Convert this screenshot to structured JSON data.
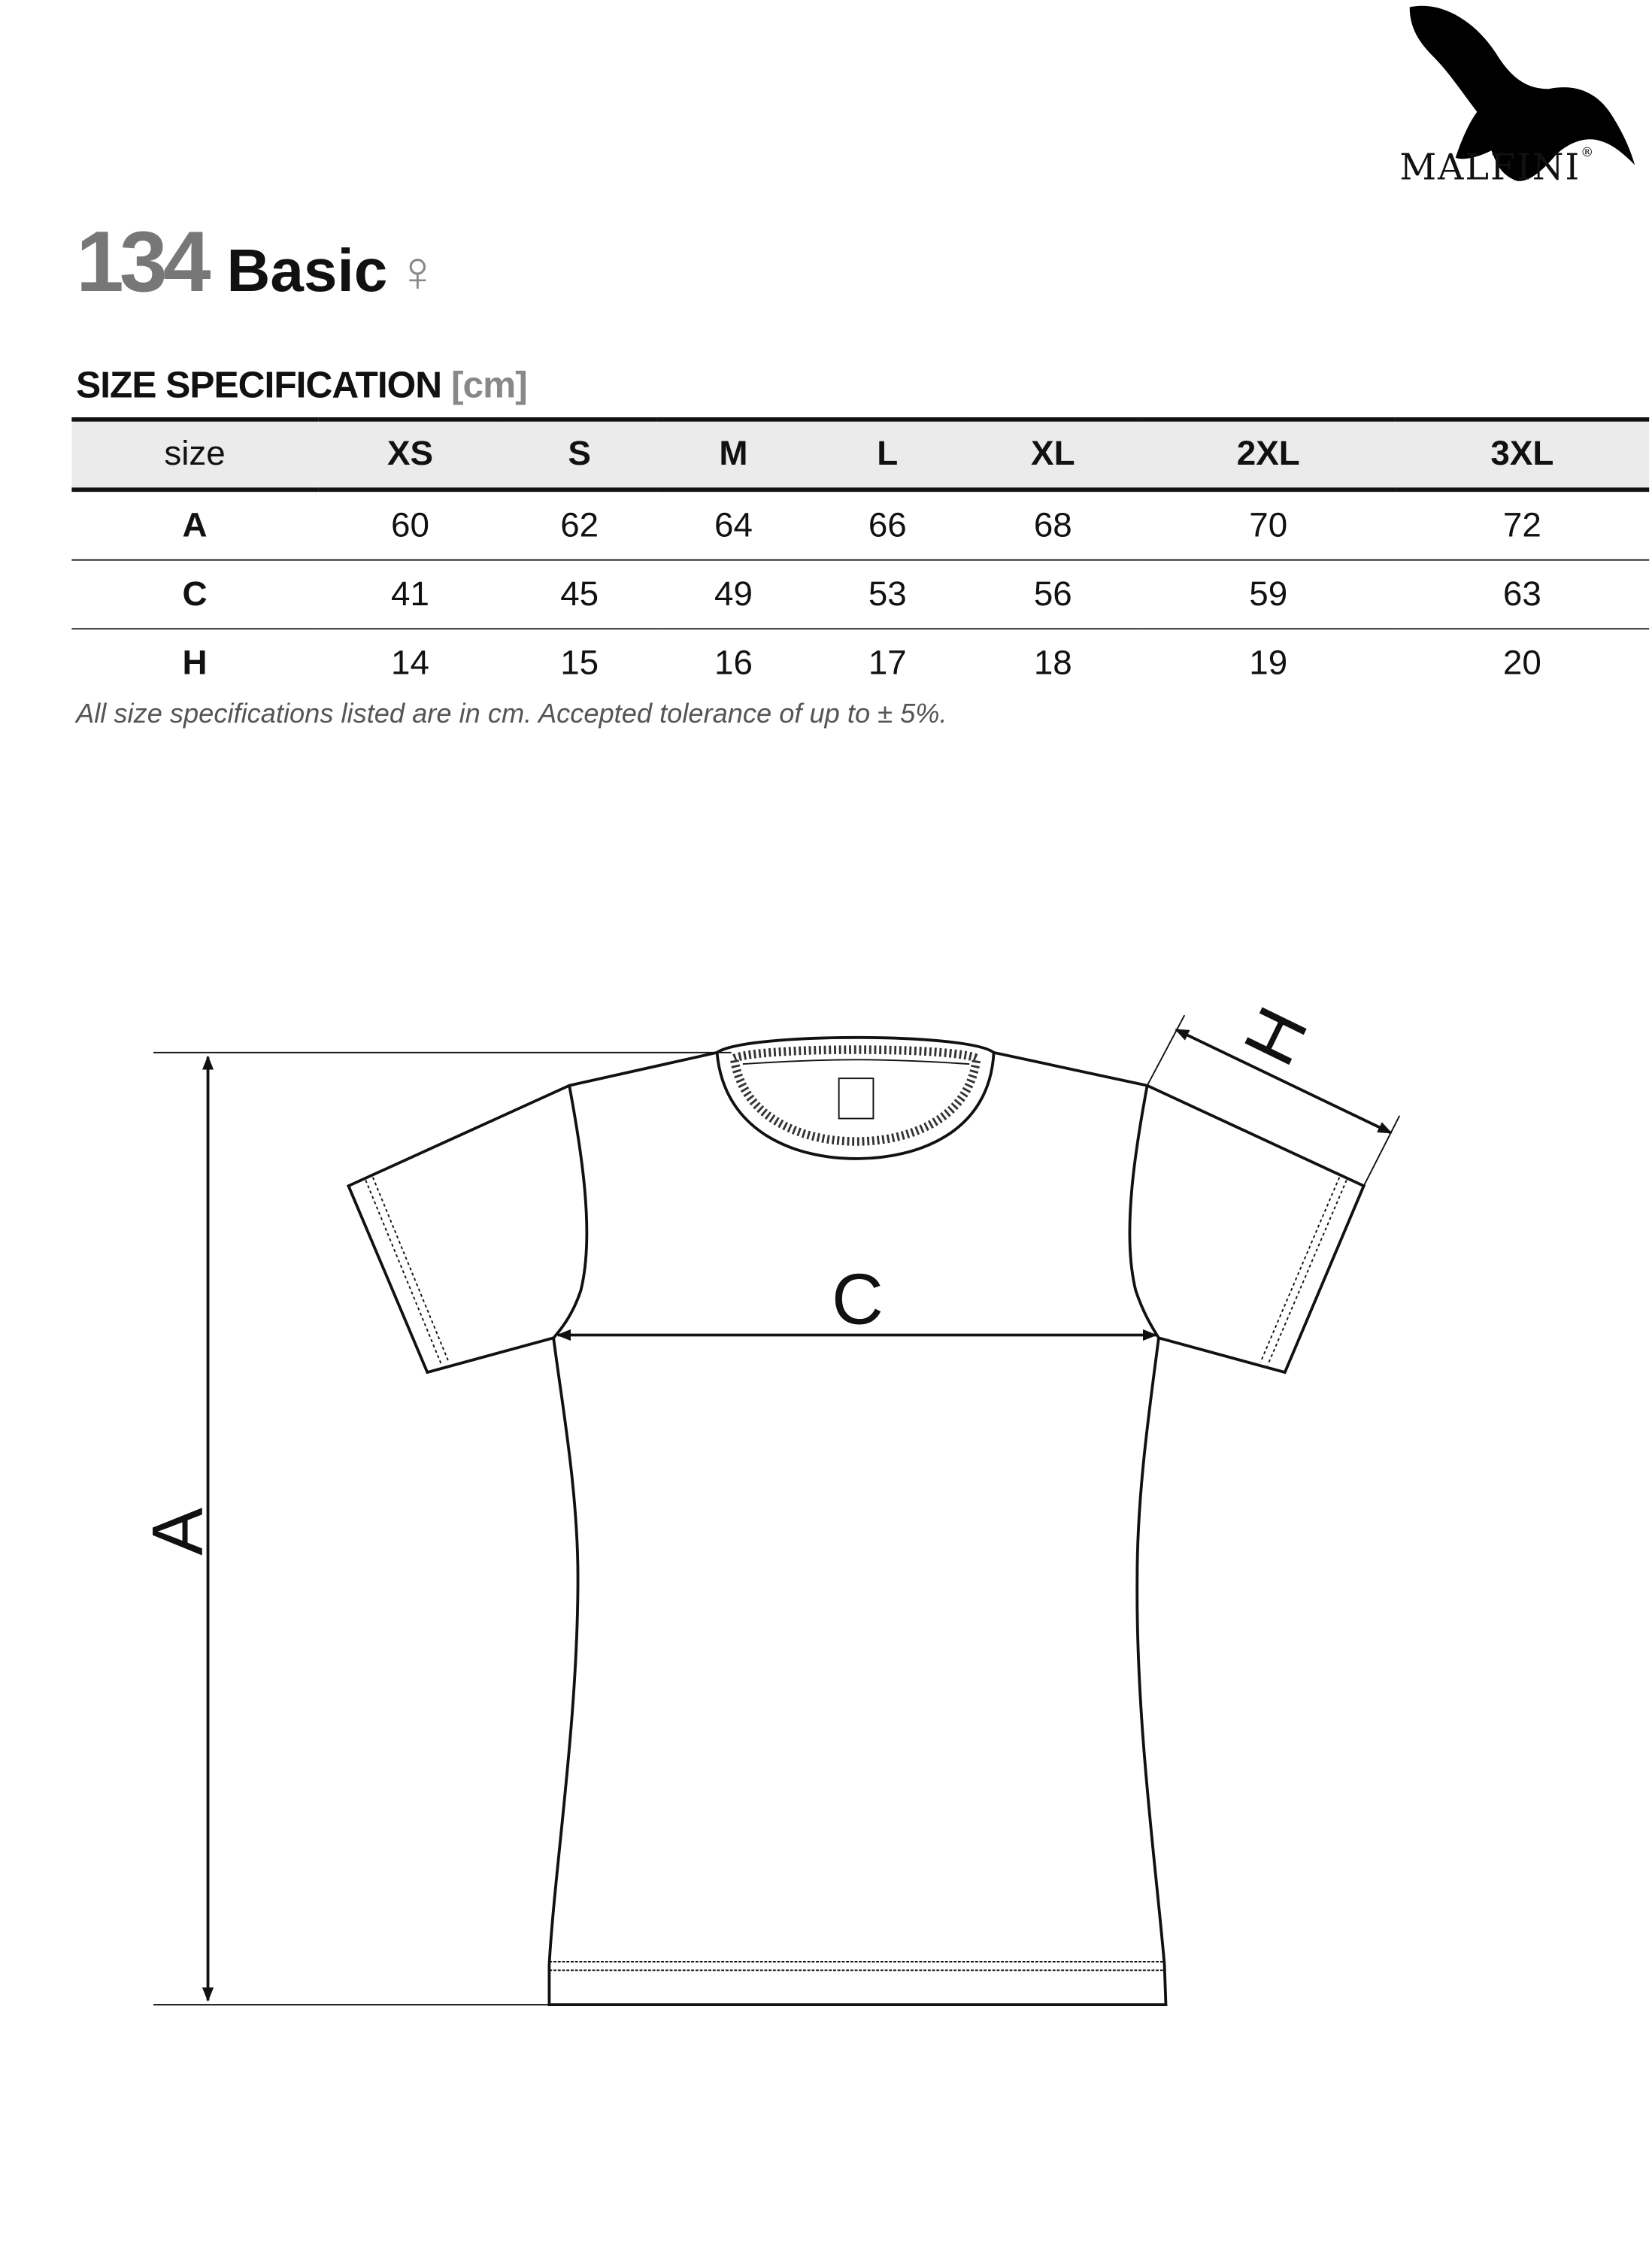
{
  "brand": {
    "name": "Malfini",
    "logo_text": "MALFINI",
    "registered": "®"
  },
  "product": {
    "number": "134",
    "name": "Basic",
    "gender_symbol": "♀"
  },
  "spec_title": {
    "label": "SIZE SPECIFICATION",
    "unit": "[cm]"
  },
  "table": {
    "header": [
      "size",
      "XS",
      "S",
      "M",
      "L",
      "XL",
      "2XL",
      "3XL"
    ],
    "rows": [
      [
        "A",
        "60",
        "62",
        "64",
        "66",
        "68",
        "70",
        "72"
      ],
      [
        "C",
        "41",
        "45",
        "49",
        "53",
        "56",
        "59",
        "63"
      ],
      [
        "H",
        "14",
        "15",
        "16",
        "17",
        "18",
        "19",
        "20"
      ]
    ]
  },
  "note": "All size specifications listed are in cm. Accepted tolerance of up to ± 5%.",
  "diagram": {
    "label_a": "A",
    "label_c": "C",
    "label_h": "H"
  }
}
